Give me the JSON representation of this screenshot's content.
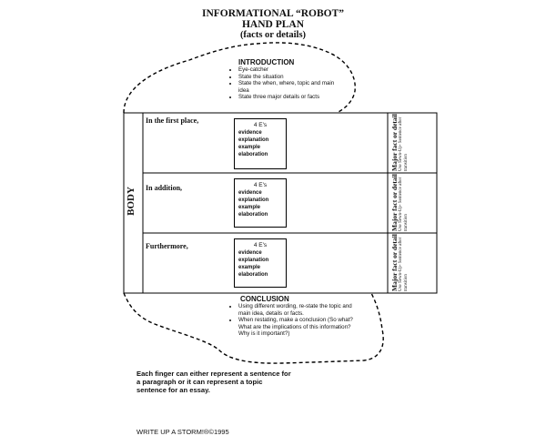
{
  "header": {
    "title_line1": "INFORMATIONAL “ROBOT”",
    "title_line2": "HAND PLAN",
    "title_line3": "(facts or details)"
  },
  "introduction": {
    "heading": "INTRODUCTION",
    "bullets": [
      "Eye-catcher",
      "State the situation",
      "State the when, where, topic and main idea",
      "State three major details or facts"
    ]
  },
  "body": {
    "label": "BODY",
    "rows": [
      {
        "transition": "In the first place,"
      },
      {
        "transition": "In addition,"
      },
      {
        "transition": "Furthermore,"
      }
    ],
    "four_es": {
      "heading": "4 E's",
      "items": [
        "evidence",
        "explanation",
        "example",
        "elaboration"
      ]
    },
    "side_note": {
      "major": "Major fact or detail",
      "minor": "Use Sewn-Up- Sentence after transition"
    }
  },
  "conclusion": {
    "heading": "CONCLUSION",
    "bullets": [
      "Using different wording, re-state the topic and main idea, details or facts.",
      "When restating, make a conclusion (So what? What are the implications of this information? Why is it important?)"
    ]
  },
  "footer": {
    "note": "Each finger can either represent a sentence for a paragraph or it can represent a topic sentence for an essay.",
    "copyright": "WRITE UP A STORM!®©1995"
  }
}
